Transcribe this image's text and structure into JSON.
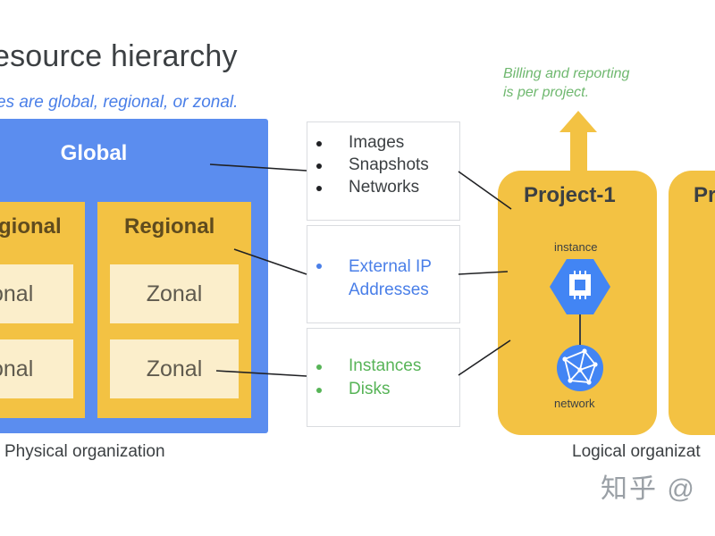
{
  "title": "esource hierarchy",
  "subtitle": "es are global, regional, or zonal.",
  "physical": {
    "global_label": "Global",
    "region_left_label": "gional",
    "region_right_label": "Regional",
    "zone_left_top": "onal",
    "zone_left_bottom": "onal",
    "zone_right_top": "Zonal",
    "zone_right_bottom": "Zonal",
    "caption": "Physical organization"
  },
  "resources": {
    "global_items": [
      "Images",
      "Snapshots",
      "Networks"
    ],
    "regional_items": [
      "External IP",
      "Addresses"
    ],
    "zonal_items": [
      "Instances",
      "Disks"
    ]
  },
  "logical": {
    "billing_line1": "Billing and reporting",
    "billing_line2": "is per project.",
    "project1_label": "Project-1",
    "project2_label": "Pr",
    "instance_label": "instance",
    "network_label": "network",
    "caption": "Logical organizat"
  },
  "watermark": "知乎 @",
  "colors": {
    "global_blue": "#5b8def",
    "region_yellow": "#f3c243",
    "zone_cream": "#fbeecb",
    "regional_text_blue": "#4a7fe8",
    "zonal_text_green": "#57b457",
    "billing_green": "#6fb86f",
    "arrow_yellow": "#f3c243",
    "icon_blue": "#4285f4"
  },
  "icons": [
    "compute-instance-icon",
    "network-icon",
    "up-arrow-icon"
  ]
}
